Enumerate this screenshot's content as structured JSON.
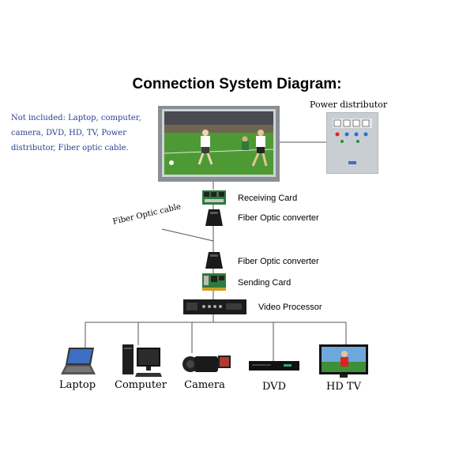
{
  "title": "Connection System Diagram:",
  "note": "Not included: Laptop, computer, camera, DVD, HD, TV, Power distributor, Fiber optic cable.",
  "power_distributor_label": "Power distributor",
  "fiber_cable_label": "Fiber Optic cable",
  "chain": {
    "receiving_card": "Receiving Card",
    "fiber_converter_top": "Fiber Optic converter",
    "fiber_converter_bottom": "Fiber Optic converter",
    "sending_card": "Sending Card",
    "video_processor": "Video Processor"
  },
  "devices": [
    "Laptop",
    "Computer",
    "Camera",
    "DVD",
    "HD TV"
  ],
  "colors": {
    "note_text": "#2a3f8f",
    "card_green": "#2f7a3c",
    "cabinet": "#c9ced3"
  },
  "icons": [
    "led-screen-icon",
    "power-cabinet-icon",
    "receiving-card-icon",
    "fiber-converter-icon",
    "sending-card-icon",
    "video-processor-icon",
    "laptop-icon",
    "computer-icon",
    "camera-icon",
    "dvd-icon",
    "tv-icon"
  ]
}
